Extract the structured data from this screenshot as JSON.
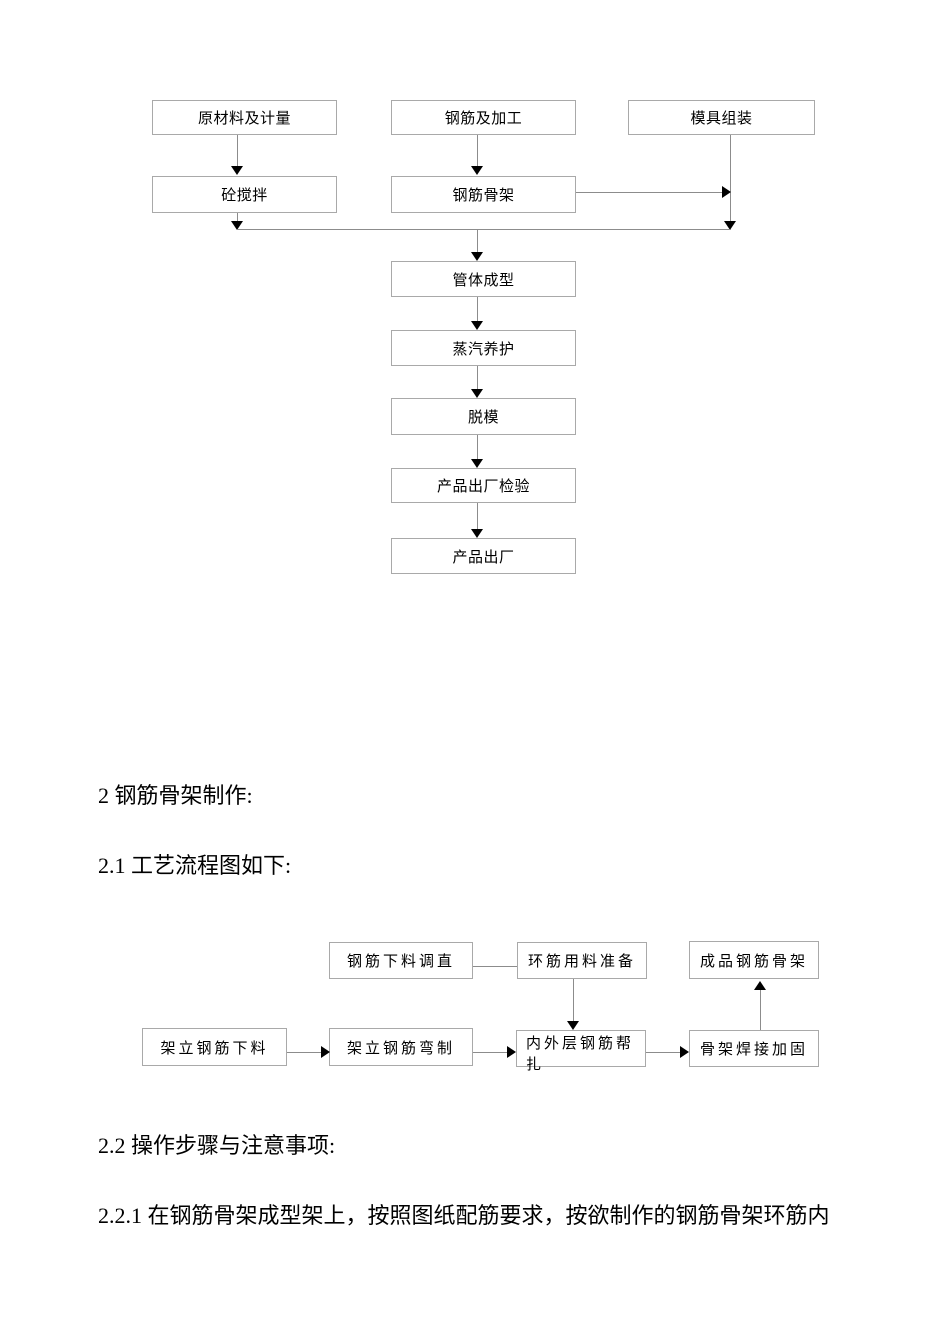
{
  "document": {
    "background": "#ffffff",
    "text_color": "#000000",
    "box_border_color": "#a9a9a9",
    "connector_color": "#8c8c8c",
    "arrow_color": "#000000"
  },
  "flowchart1": {
    "description": "pipe-production-process-flow",
    "nodes": {
      "raw_material_metering": "原材料及计量",
      "rebar_and_processing": "钢筋及加工",
      "mold_assembly": "模具组装",
      "concrete_mixing": "砼搅拌",
      "rebar_cage": "钢筋骨架",
      "pipe_body_forming": "管体成型",
      "steam_curing": "蒸汽养护",
      "demolding": "脱模",
      "factory_inspection": "产品出厂检验",
      "product_delivery": "产品出厂"
    },
    "edges": [
      "原材料及计量 -> 砼搅拌",
      "钢筋及加工 -> 钢筋骨架",
      "钢筋骨架 -> 模具组装支线",
      "砼搅拌 -> 汇合线",
      "模具组装 -> 汇合线",
      "汇合线 -> 管体成型",
      "管体成型 -> 蒸汽养护",
      "蒸汽养护 -> 脱模",
      "脱模 -> 产品出厂检验",
      "产品出厂检验 -> 产品出厂"
    ]
  },
  "sections": {
    "heading_2": "2 钢筋骨架制作:",
    "heading_2_1": "2.1 工艺流程图如下:",
    "heading_2_2": "2.2 操作步骤与注意事项:",
    "para_2_2_1": "2.2.1 在钢筋骨架成型架上，按照图纸配筋要求，按欲制作的钢筋骨架环筋内"
  },
  "flowchart2": {
    "description": "rebar-cage-fabrication-process-flow",
    "nodes": {
      "rebar_cutting_straightening": "钢筋下料调直",
      "ring_bar_material_prep": "环筋用料准备",
      "finished_rebar_cage": "成品钢筋骨架",
      "erection_bar_cutting": "架立钢筋下料",
      "erection_bar_bending": "架立钢筋弯制",
      "inner_outer_layer_binding": "内外层钢筋帮扎",
      "cage_welding_reinforcement": "骨架焊接加固"
    },
    "edges": [
      "钢筋下料调直 - 环筋用料准备",
      "环筋用料准备 -> 内外层钢筋帮扎",
      "架立钢筋下料 -> 架立钢筋弯制",
      "架立钢筋弯制 -> 内外层钢筋帮扎",
      "内外层钢筋帮扎 -> 骨架焊接加固",
      "骨架焊接加固 -> 成品钢筋骨架"
    ]
  }
}
